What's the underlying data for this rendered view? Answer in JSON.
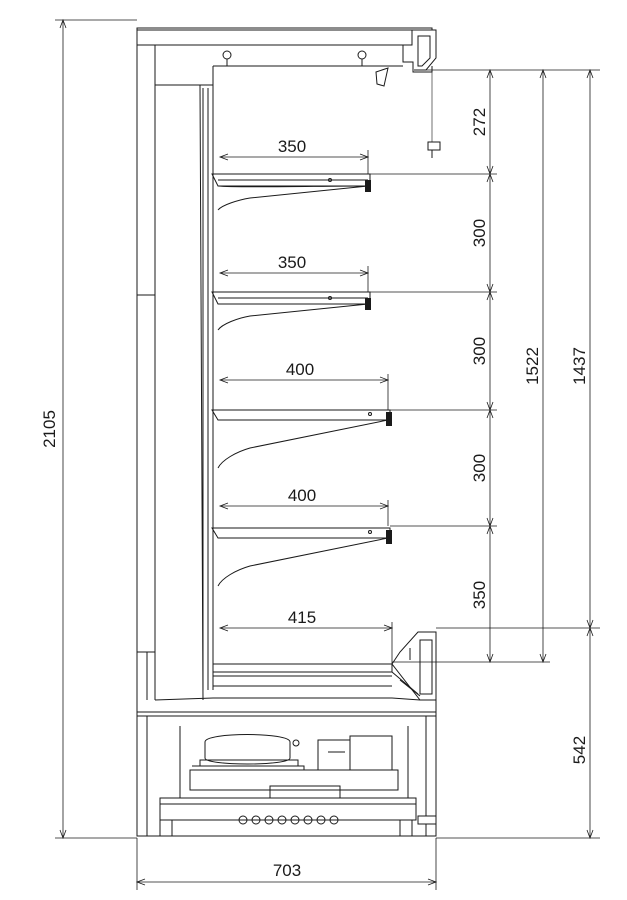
{
  "dimensions": {
    "overall_height": "2105",
    "base_height": "542",
    "width": "703",
    "display_height_a": "1522",
    "display_height_b": "1437",
    "vertical_gaps": [
      "272",
      "300",
      "300",
      "300",
      "350"
    ],
    "shelf_depths": [
      "350",
      "350",
      "400",
      "400",
      "415"
    ]
  }
}
